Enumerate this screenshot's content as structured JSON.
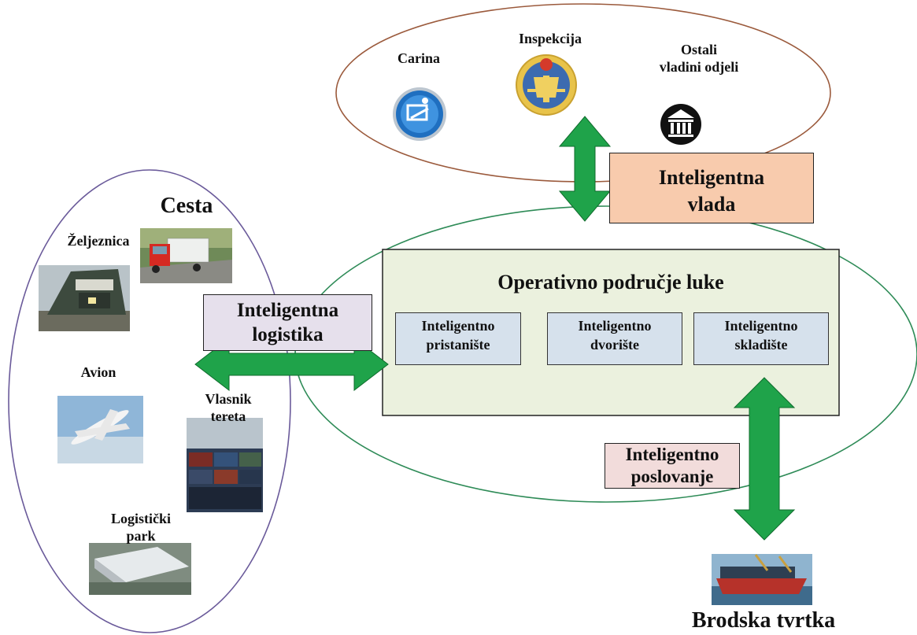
{
  "government": {
    "carina": "Carina",
    "inspekcija": "Inspekcija",
    "ostali_line1": "Ostali",
    "ostali_line2": "vladini odjeli"
  },
  "intelligent_government": {
    "line1": "Inteligentna",
    "line2": "vlada"
  },
  "transport": {
    "cesta": "Cesta",
    "zeljeznica": "Željeznica",
    "avion": "Avion",
    "vlasnik_line1": "Vlasnik",
    "vlasnik_line2": "tereta",
    "park_line1": "Logistički",
    "park_line2": "park"
  },
  "intelligent_logistics": {
    "line1": "Inteligentna",
    "line2": "logistika"
  },
  "port": {
    "title": "Operativno područje luke",
    "subareas": [
      {
        "line1": "Inteligentno",
        "line2": "pristanište"
      },
      {
        "line1": "Inteligentno",
        "line2": "dvorište"
      },
      {
        "line1": "Inteligentno",
        "line2": "skladište"
      }
    ]
  },
  "intelligent_business": {
    "line1": "Inteligentno",
    "line2": "poslovanje"
  },
  "shipping_company": "Brodska tvrtka",
  "colors": {
    "arrow_green": "#1fa34a",
    "gov_ellipse": "#9b5a3c",
    "port_ellipse": "#2e8b57",
    "left_ellipse": "#6a5a9a",
    "port_box": "#ebf1de",
    "gov_box": "#f8cbad",
    "logistics_box": "#e6e0ec",
    "business_box": "#f2dcdb",
    "subarea_box": "#d6e1ec"
  },
  "icons": [
    "customs-icon",
    "inspection-emblem-icon",
    "government-building-icon"
  ]
}
